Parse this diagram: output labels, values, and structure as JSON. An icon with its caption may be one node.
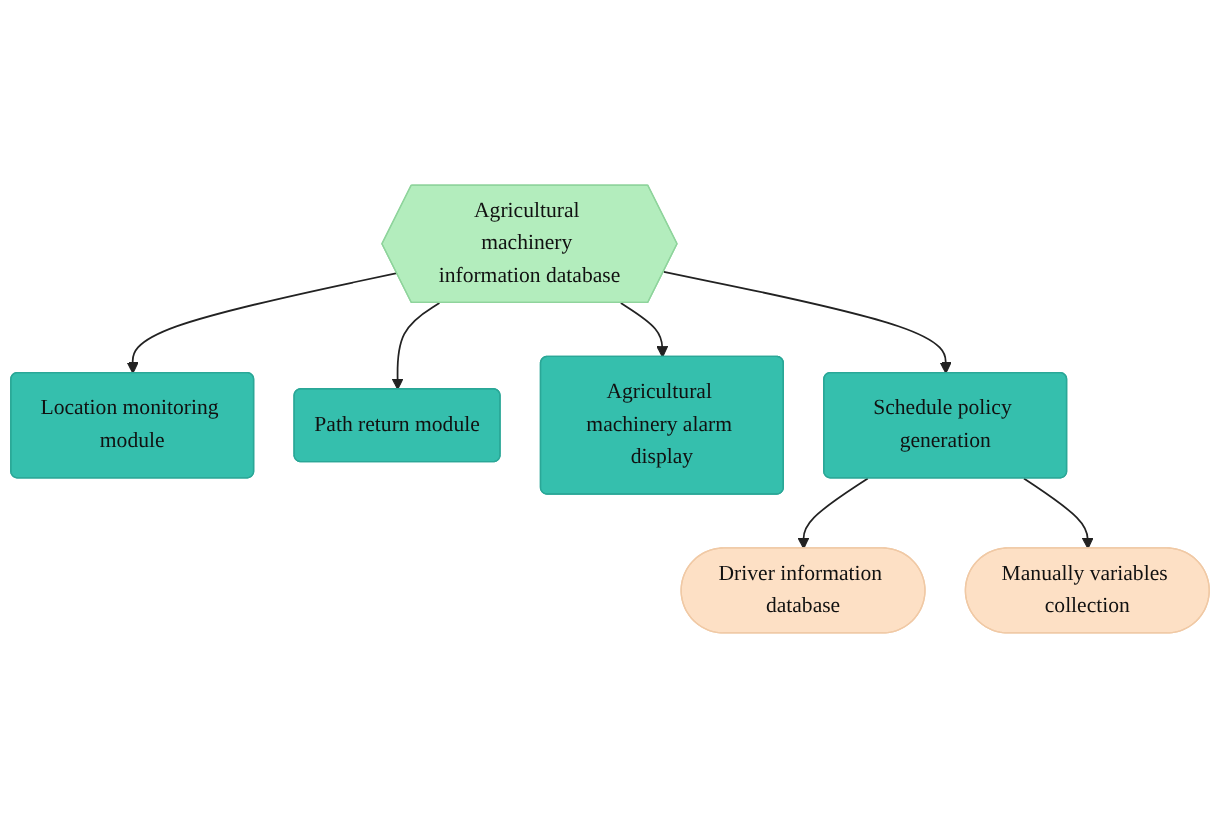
{
  "diagram": {
    "nodes": [
      {
        "text": [
          "Location monitoring module"
        ]
      },
      {
        "text": [
          "Path return module"
        ]
      },
      {
        "text": [
          "Agricultural machinery information database"
        ]
      },
      {
        "text": [
          "Agricultural machinery alarm display"
        ]
      },
      {
        "text": [
          "Driver information database"
        ]
      },
      {
        "text": [
          "Schedule policy generation"
        ]
      },
      {
        "text": [
          "Manually variables collection"
        ]
      }
    ],
    "edges": [
      {
        "from": 2,
        "to": 0,
        "arrow": "to"
      },
      {
        "from": 2,
        "to": 1,
        "arrow": "to"
      },
      {
        "from": 2,
        "to": 3,
        "arrow": "to"
      },
      {
        "from": 2,
        "to": 5,
        "arrow": "to"
      },
      {
        "from": 5,
        "to": 4,
        "arrow": "to"
      },
      {
        "from": 5,
        "to": 6,
        "arrow": "to"
      }
    ]
  }
}
